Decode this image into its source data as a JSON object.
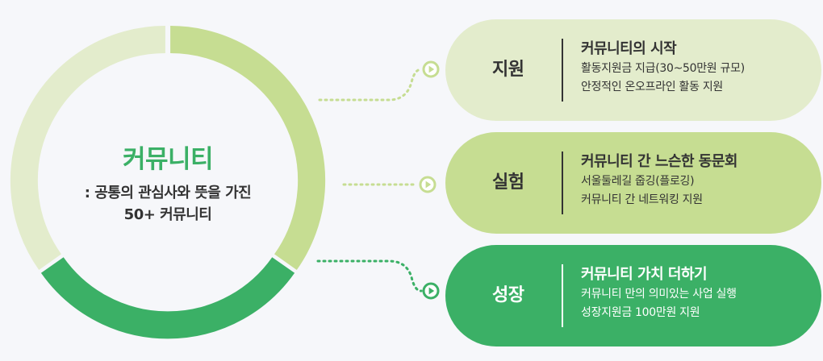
{
  "center": {
    "title": "커뮤니티",
    "desc_line1": ": 공통의 관심사와 뜻을 가진",
    "desc_line2": "50+ 커뮤니티"
  },
  "colors": {
    "light": "#e3eccc",
    "mid": "#c6dd92",
    "strong": "#3bb066",
    "text": "#333333"
  },
  "stages": [
    {
      "label": "지원",
      "heading": "커뮤니티의 시작",
      "lines": [
        "활동지원금 지급(30~50만원 규모)",
        "안정적인 온오프라인 활동 지원"
      ],
      "icon": "play-circle-icon"
    },
    {
      "label": "실험",
      "heading": "커뮤니티 간 느슨한 동문회",
      "lines": [
        "서울둘레길 줍깅(플로깅)",
        "커뮤니티 간 네트워킹 지원"
      ],
      "icon": "play-circle-icon"
    },
    {
      "label": "성장",
      "heading": "커뮤니티 가치 더하기",
      "lines": [
        "커뮤니티 만의 의미있는 사업 실행",
        "성장지원금 100만원 지원"
      ],
      "icon": "play-circle-icon"
    }
  ]
}
